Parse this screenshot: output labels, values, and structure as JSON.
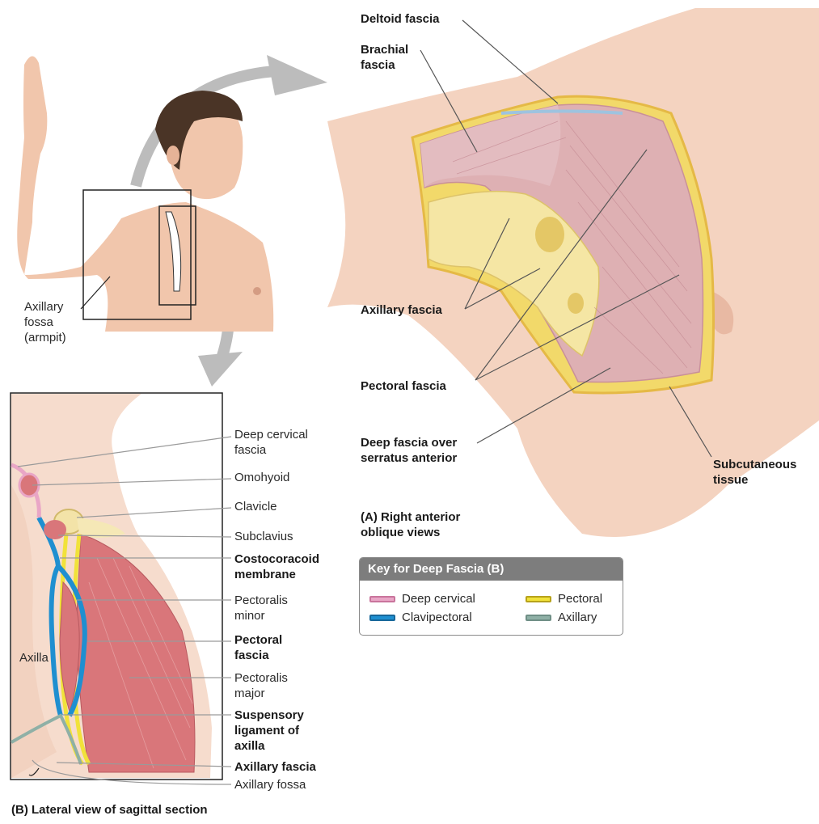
{
  "panel_a": {
    "caption": "(A) Right anterior\n     oblique views",
    "labels": {
      "deltoid_fascia": "Deltoid fascia",
      "brachial_fascia": "Brachial\nfascia",
      "axillary_fascia": "Axillary fascia",
      "pectoral_fascia": "Pectoral fascia",
      "deep_fascia_serratus": "Deep fascia over\nserratus anterior",
      "subcutaneous_tissue": "Subcutaneous\ntissue",
      "axillary_fossa": "Axillary\nfossa\n(armpit)"
    }
  },
  "panel_b": {
    "caption": "(B) Lateral view of sagittal section",
    "labels": {
      "axilla": "Axilla",
      "deep_cervical_fascia": "Deep cervical\nfascia",
      "omohyoid": "Omohyoid",
      "clavicle": "Clavicle",
      "subclavius": "Subclavius",
      "costocoracoid_membrane": "Costocoracoid\nmembrane",
      "pectoralis_minor": "Pectoralis\nminor",
      "pectoral_fascia": "Pectoral\nfascia",
      "pectoralis_major": "Pectoralis\nmajor",
      "suspensory_ligament": "Suspensory\nligament of\naxilla",
      "axillary_fascia": "Axillary fascia",
      "axillary_fossa": "Axillary fossa"
    }
  },
  "key": {
    "title": "Key for Deep Fascia (B)",
    "items": [
      {
        "label": "Deep cervical",
        "color": "#e9a6c6"
      },
      {
        "label": "Pectoral",
        "color": "#f1e23a"
      },
      {
        "label": "Clavipectoral",
        "color": "#1f8fd0"
      },
      {
        "label": "Axillary",
        "color": "#8fb0a6"
      }
    ]
  }
}
